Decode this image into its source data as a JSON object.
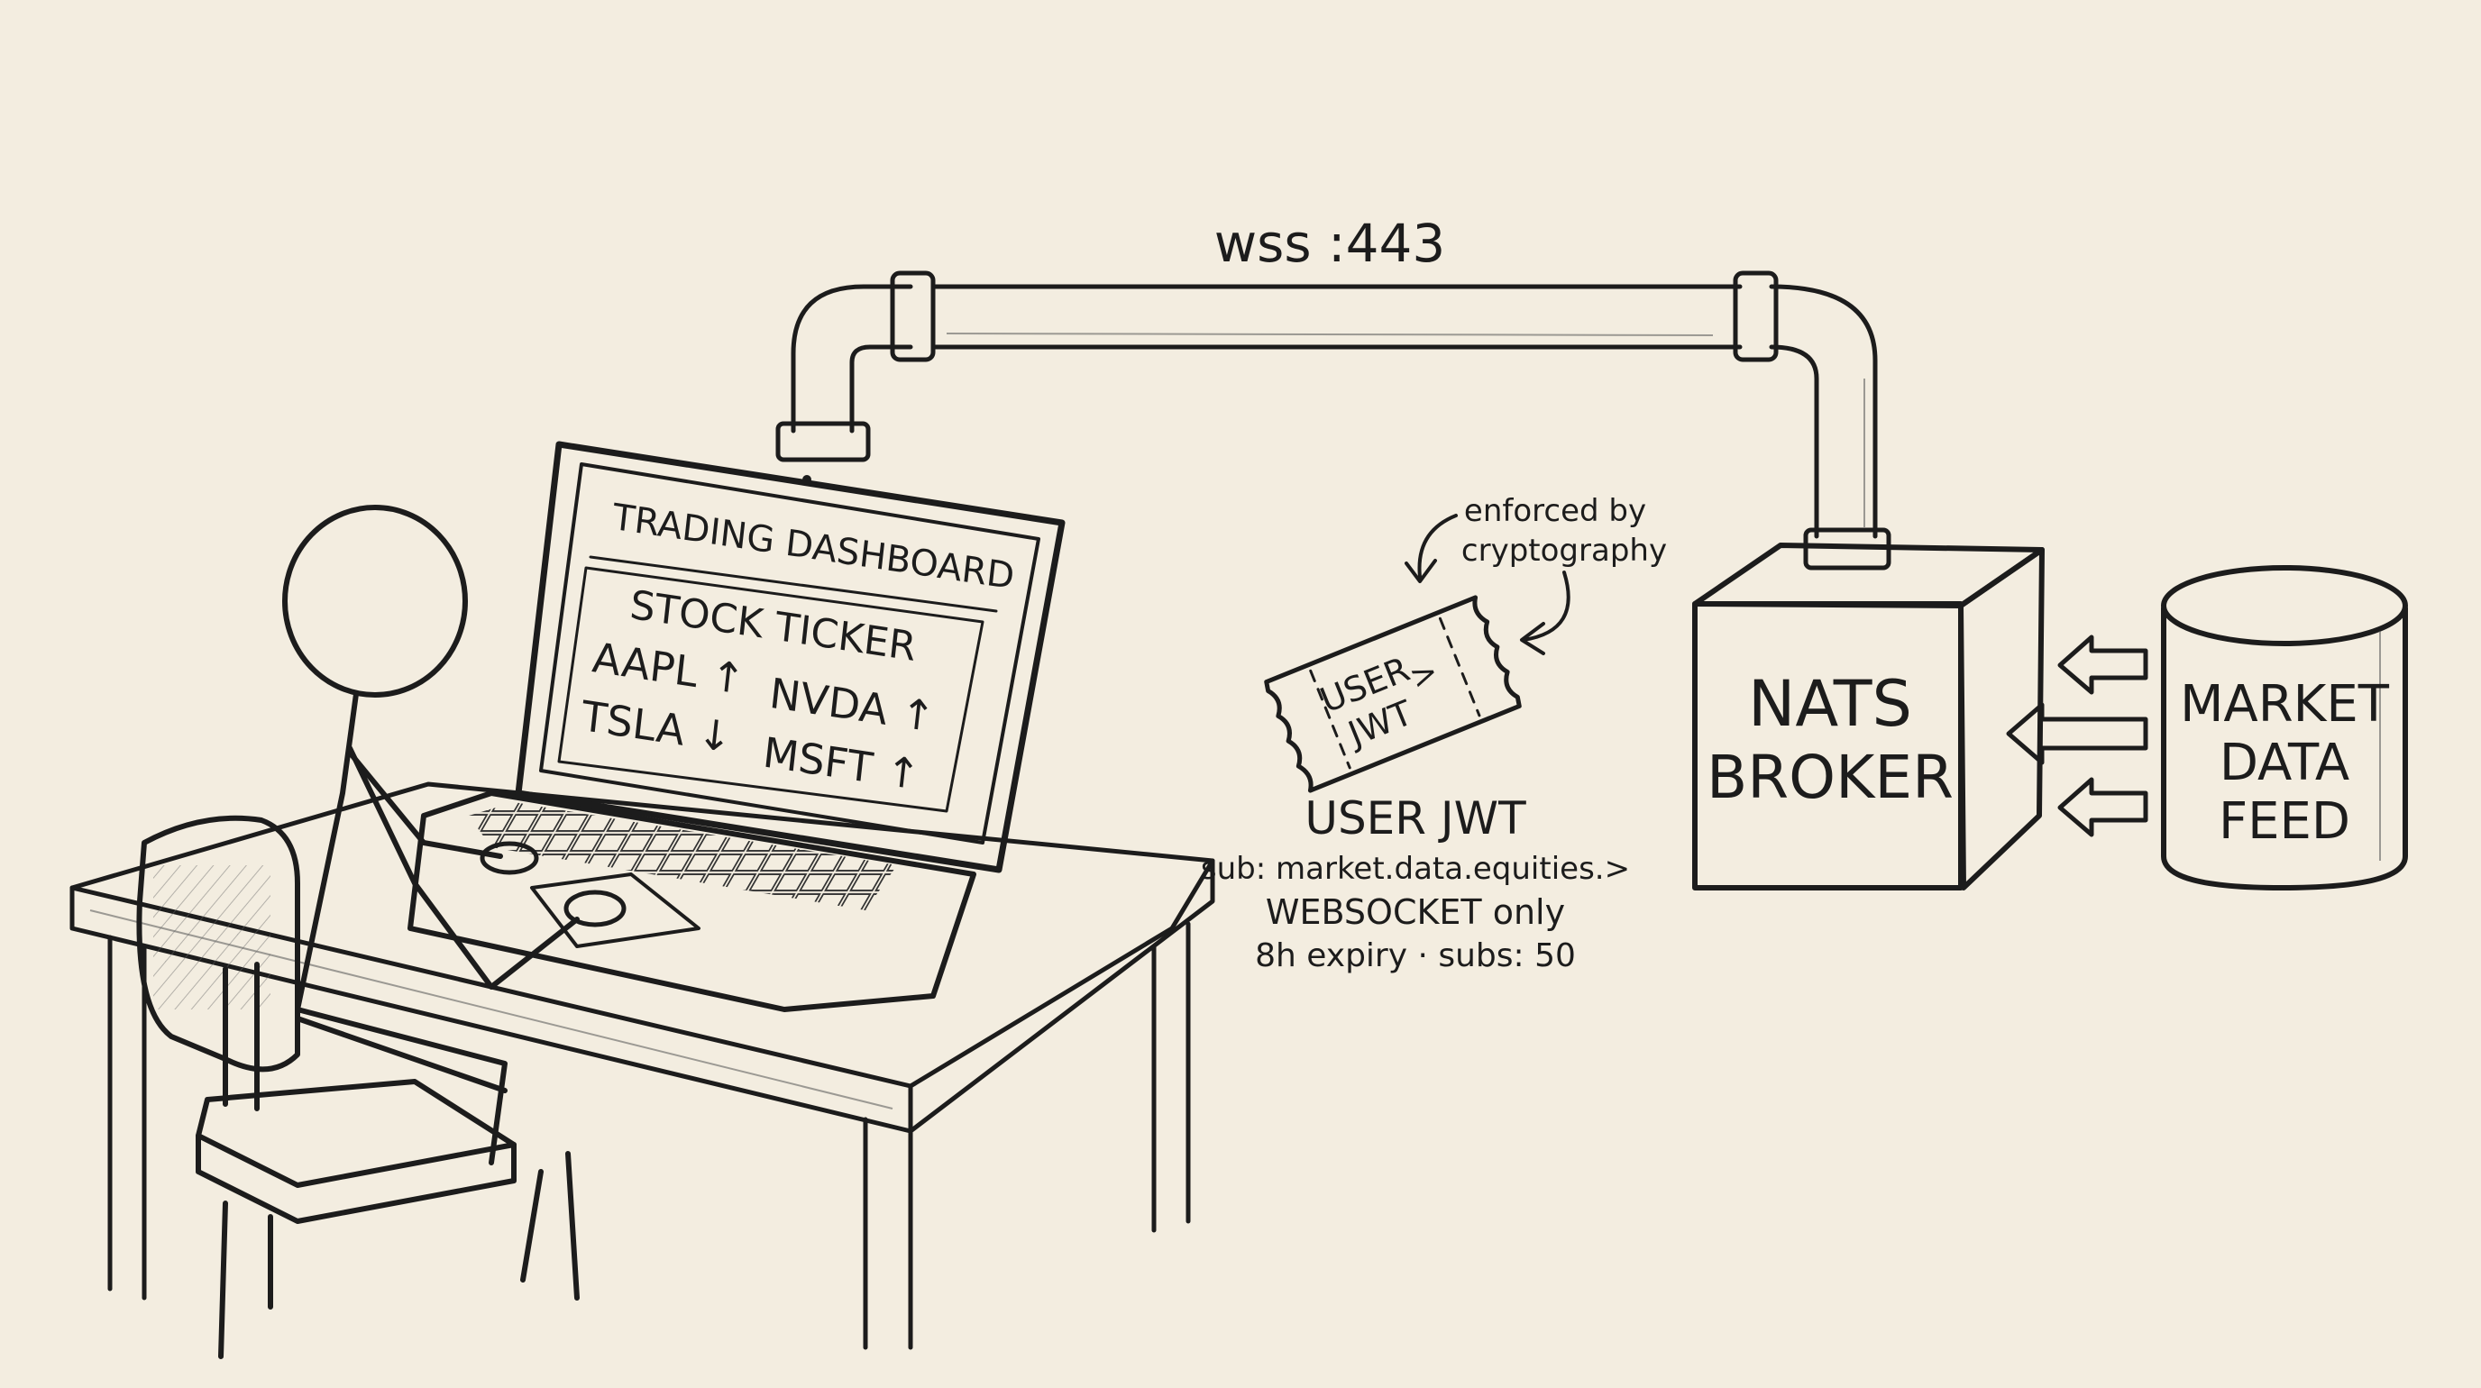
{
  "connection": {
    "label": "wss :443"
  },
  "laptop": {
    "title": "TRADING DASHBOARD",
    "ticker_title": "STOCK TICKER",
    "tickers": [
      {
        "symbol": "AAPL",
        "arrow": "↑"
      },
      {
        "symbol": "NVDA",
        "arrow": "↑"
      },
      {
        "symbol": "TSLA",
        "arrow": "↓"
      },
      {
        "symbol": "MSFT",
        "arrow": "↑"
      }
    ]
  },
  "token": {
    "ticket_line1": "USER",
    "ticket_line2": "JWT",
    "ticket_chevron": ">",
    "annotation_line1": "enforced by",
    "annotation_line2": "cryptography",
    "heading": "USER JWT",
    "details": [
      "sub: market.data.equities.>",
      "WEBSOCKET only",
      "8h expiry · subs: 50"
    ]
  },
  "broker": {
    "line1": "NATS",
    "line2": "BROKER"
  },
  "feed": {
    "line1": "MARKET",
    "line2": "DATA",
    "line3": "FEED"
  }
}
